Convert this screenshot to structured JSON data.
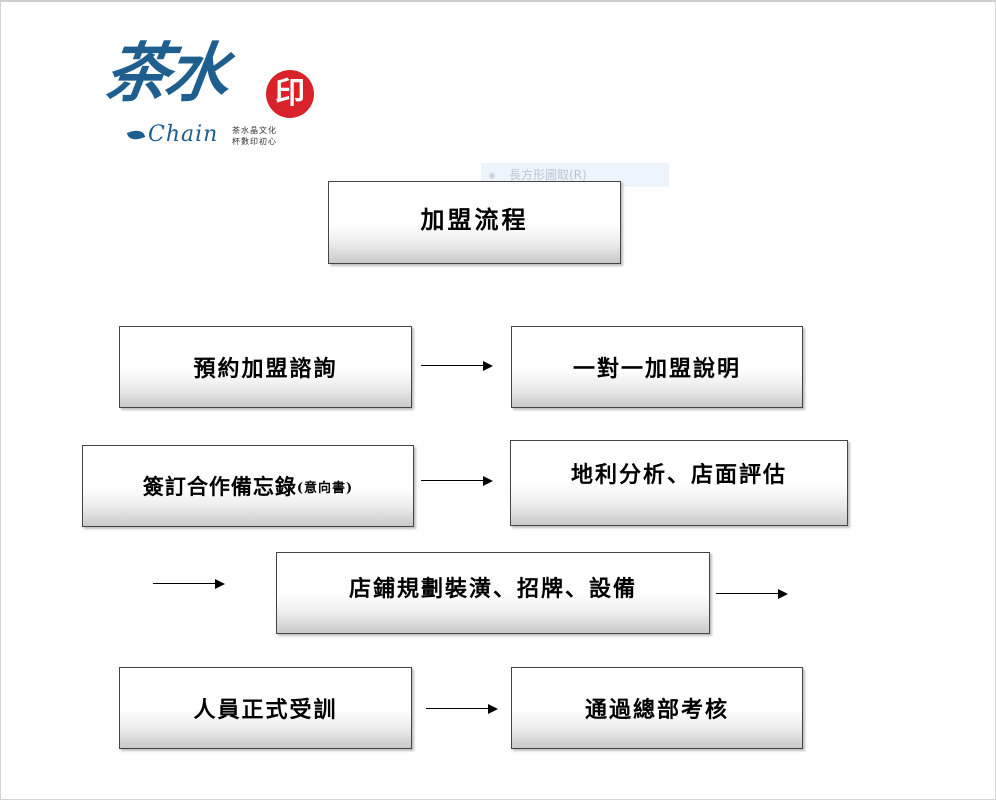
{
  "logo": {
    "characters": "茶水",
    "seal": "印",
    "wordmark": "Chain",
    "tagline_line1": "茶水晶文化",
    "tagline_line2": "杯數印初心",
    "colors": {
      "brand_blue": "#1f5f8f",
      "seal_red": "#d8232a"
    }
  },
  "ghost_tooltip": {
    "label": "長方形圖取(R)"
  },
  "diagram": {
    "title": "加盟流程",
    "steps": {
      "consult": "預約加盟諮詢",
      "explain": "一對一加盟說明",
      "sign": "簽訂合作備忘錄",
      "sign_note": "(意向書)",
      "assess": "地利分析、店面評估",
      "plan": "店鋪規劃裝潢、招牌、設備",
      "train": "人員正式受訓",
      "review": "通過總部考核"
    }
  }
}
